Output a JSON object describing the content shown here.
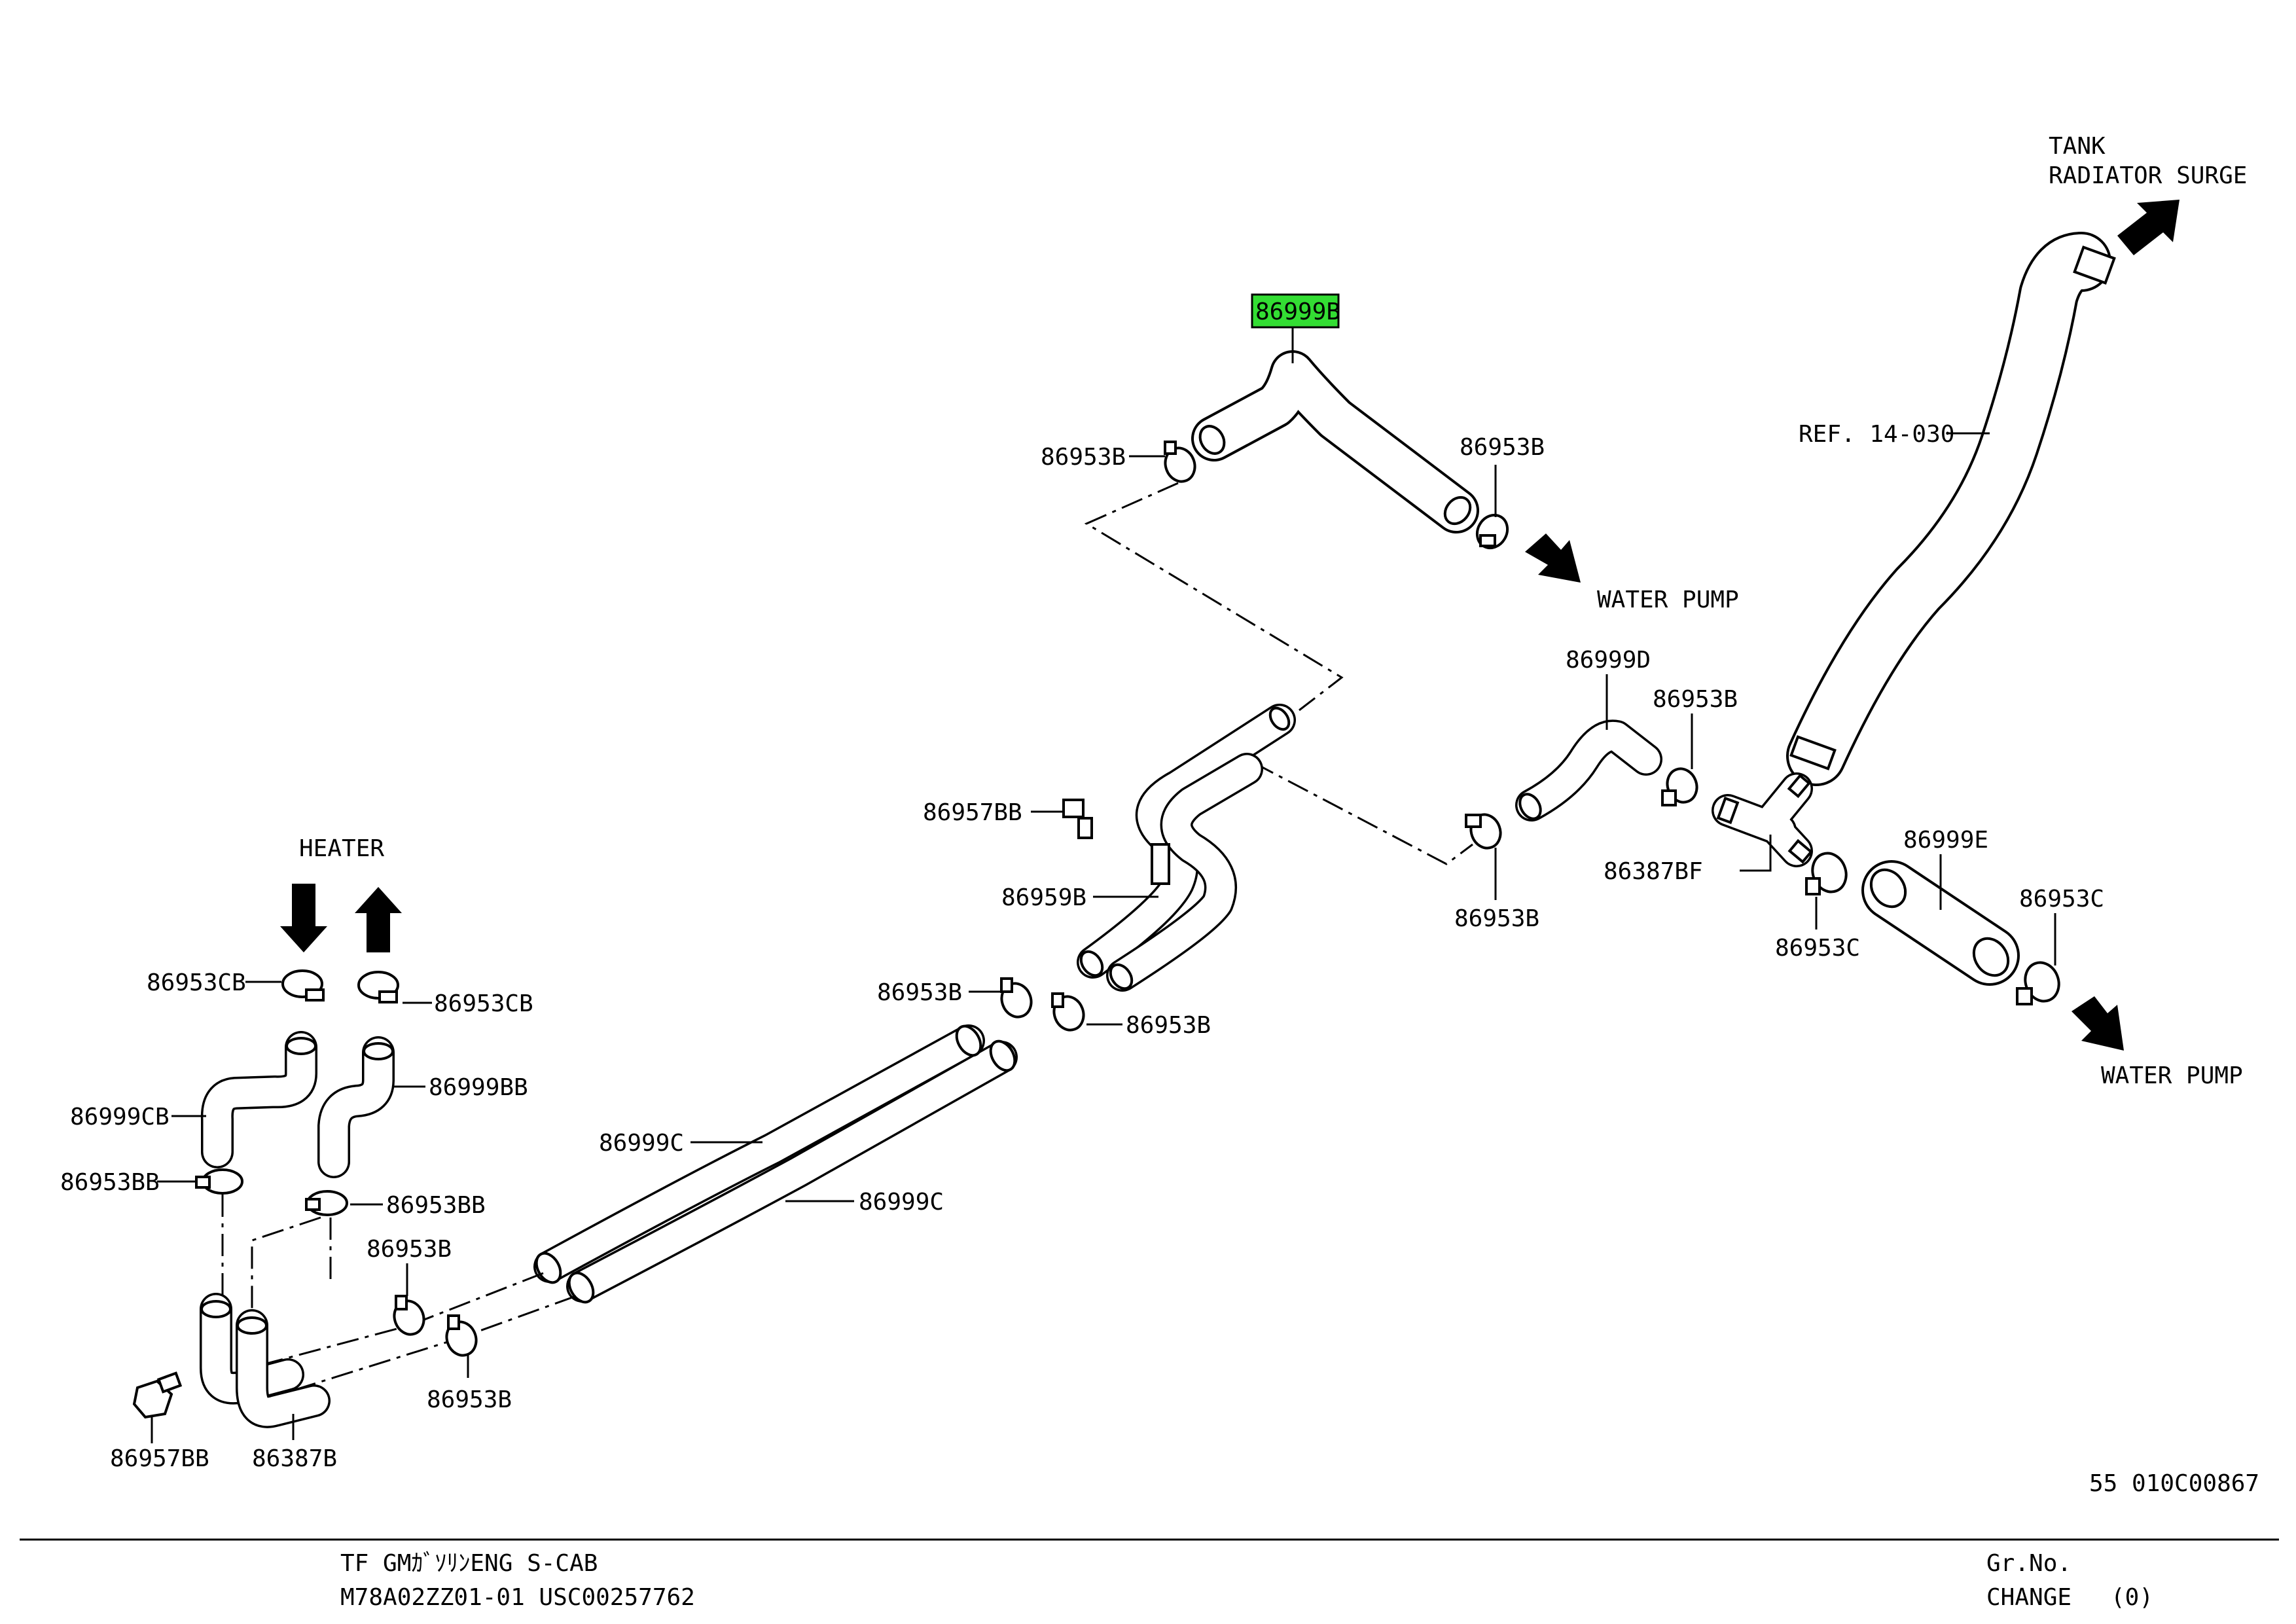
{
  "labels": {
    "top_hose": "86999B",
    "clamp_top_left": "86953B",
    "clamp_top_right": "86953B",
    "water_pump_top": "WATER PUMP",
    "tank_line1": "TANK",
    "tank_line2": "RADIATOR SURGE",
    "ref": "REF. 14-030",
    "hose_d": "86999D",
    "clamp_d": "86953B",
    "tee": "86387BF",
    "clamp_d_low": "86953B",
    "clamp_c_left": "86953C",
    "hose_e": "86999E",
    "clamp_c_right": "86953C",
    "water_pump_bottom": "WATER PUMP",
    "bolt_mid": "86957BB",
    "bracket": "86959B",
    "clamp_mid_left": "86953B",
    "clamp_mid_right": "86953B",
    "heater": "HEATER",
    "clamp_cb_left": "86953CB",
    "clamp_cb_right": "86953CB",
    "hose_cb": "86999CB",
    "hose_bb": "86999BB",
    "clamp_bb_left": "86953BB",
    "clamp_bb_right": "86953BB",
    "hose_c_upper": "86999C",
    "hose_c_lower": "86999C",
    "clamp_low_upper": "86953B",
    "clamp_low_lower": "86953B",
    "bolt_low": "86957BB",
    "pipe_low": "86387B",
    "drawing_no": "55 010C00867"
  },
  "footer": {
    "line1": "TF GMｶﾞｿﾘﾝENG S-CAB",
    "line2": "M78A02ZZ01-01 USC00257762",
    "gr_no": "Gr.No.",
    "change": "CHANGE",
    "change_value": "(0)"
  },
  "colors": {
    "highlight": "#33dd33",
    "line": "#000000",
    "background": "#ffffff"
  }
}
